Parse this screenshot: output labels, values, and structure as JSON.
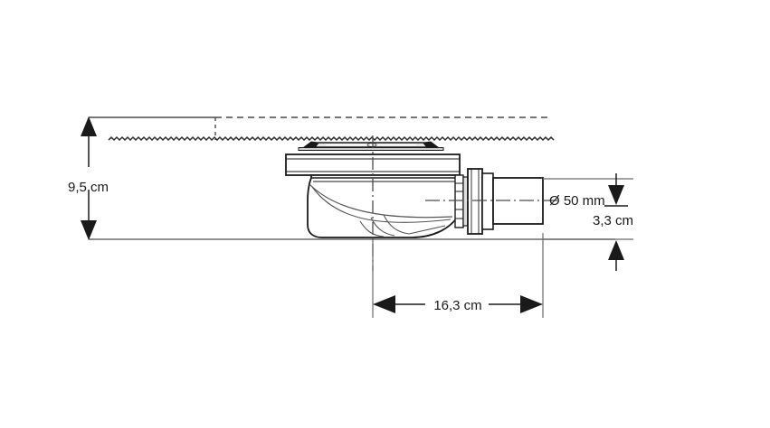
{
  "drawing": {
    "title": "Shower drain trap cross-section technical drawing",
    "background_color": "#ffffff",
    "line_color": "#1a1a1a",
    "thin_line_color": "#555555",
    "dimensions": {
      "height_overall": {
        "label": "9,5 cm",
        "value": 9.5,
        "unit": "cm",
        "orientation": "vertical",
        "position": "left"
      },
      "outlet_diameter": {
        "label": "Ø 50 mm",
        "value": 50,
        "unit": "mm",
        "orientation": "leader",
        "position": "right-of-outlet"
      },
      "outlet_height": {
        "label": "3,3 cm",
        "value": 3.3,
        "unit": "cm",
        "orientation": "vertical",
        "position": "right"
      },
      "outlet_length": {
        "label": "16,3 cm",
        "value": 16.3,
        "unit": "cm",
        "orientation": "horizontal",
        "position": "bottom"
      }
    }
  }
}
